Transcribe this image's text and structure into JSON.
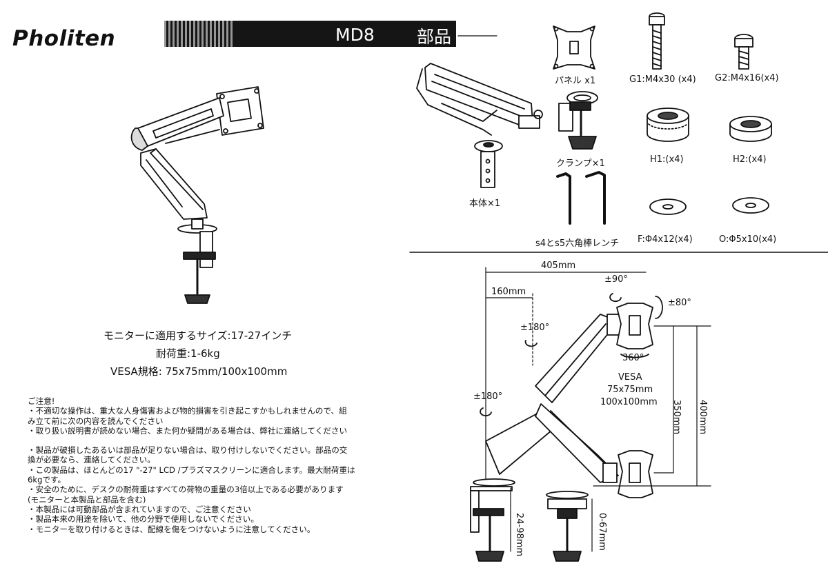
{
  "header": {
    "brand": "Pholiten",
    "model": "MD8",
    "parts_title": "部品"
  },
  "specs": {
    "size": "モニターに適用するサイズ:17-27インチ",
    "load": "耐荷重:1-6kg",
    "vesa": "VESA規格: 75x75mm/100x100mm"
  },
  "notes": {
    "title": "ご注意!",
    "lines": [
      "・不適切な操作は、重大な人身傷害および物的損害を引き起こすかもしれませんので、組",
      "み立て前に次の内容を読んでください",
      "・取り扱い説明書が読めない場合、また何か疑問がある場合は、弊社に連絡してください",
      "",
      "・製品が破損したあるいは部品が足りない場合は、取り付けしないでください。部品の交",
      "換が必要なら、連絡してください。",
      "・この製品は、ほとんどの17 \"-27\" LCD /プラズマスクリーンに適合します。最大耐荷重は",
      "6kgです。",
      "・安全のために、デスクの耐荷重はすべての荷物の重量の3倍以上である必要があります",
      "(モニターと本製品と部品を含む)",
      "・本製品には可動部品が含まれていますので、ご注意ください",
      "・製品本来の用途を除いて、他の分野で使用しないでください。",
      "・モニターを取り付けるときは、配線を傷をつけないように注意してください。"
    ]
  },
  "parts": {
    "body": "本体×1",
    "panel": "パネル x1",
    "g1": "G1:M4x30 (x4)",
    "g2": "G2:M4x16(x4)",
    "clamp": "クランプ×1",
    "h1": "H1:(x4)",
    "h2": "H2:(x4)",
    "wrench": "s4とs5六角棒レンチ",
    "f": "F:Φ4x12(x4)",
    "o": "O:Φ5x10(x4)"
  },
  "dimensions": {
    "reach": "405mm",
    "inner": "160mm",
    "tilt": "±90°",
    "swivel": "±80°",
    "rotate_top": "±180°",
    "rotate_base": "±180°",
    "rotation": "360°",
    "vesa_label": "VESA",
    "vesa_75": "75x75mm",
    "vesa_100": "100x100mm",
    "h350": "350mm",
    "h400": "400mm",
    "clamp_range": "24-98mm",
    "grommet_range": "0-67mm"
  }
}
